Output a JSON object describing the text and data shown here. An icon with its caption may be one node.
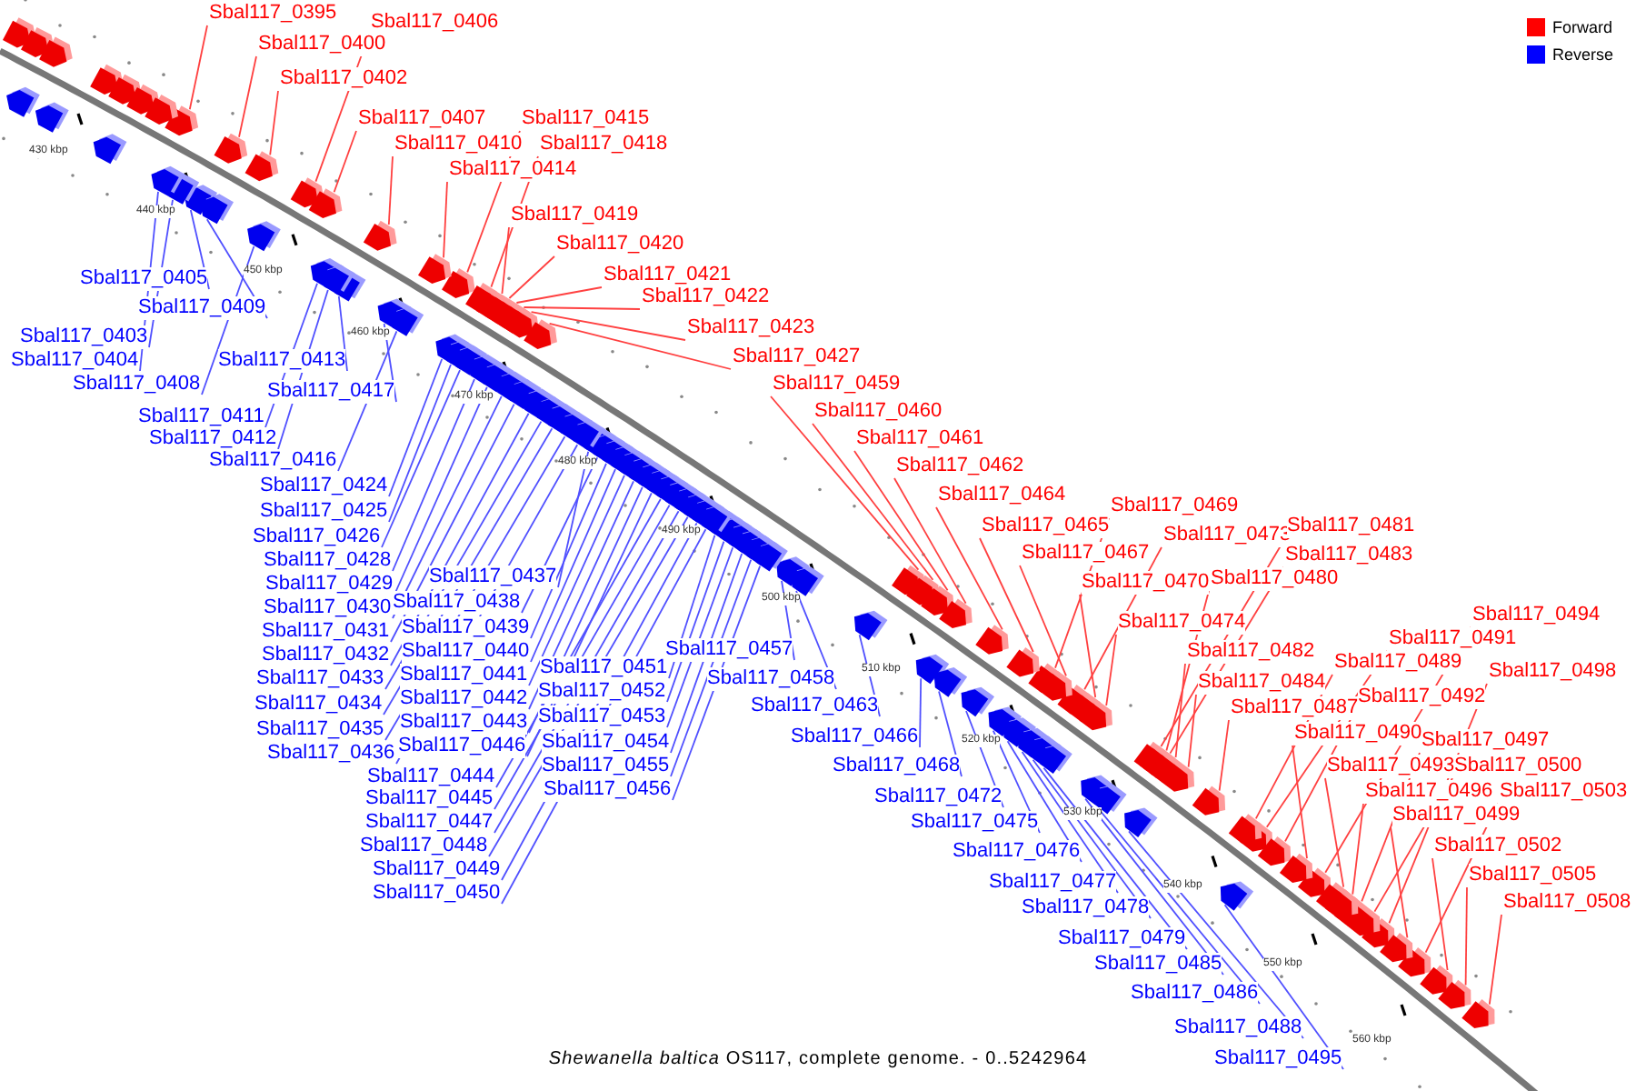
{
  "diagram": {
    "caption": "*Shewanella baltica* OS117, complete genome. - 0..5242964",
    "nodes": [
      {
        "text": [
          "Sbal117_0395"
        ]
      },
      {
        "text": [
          "Sbal117_0406"
        ]
      },
      {
        "text": [
          "Sbal117_0400"
        ]
      },
      {
        "text": [
          "Sbal117_0402"
        ]
      },
      {
        "text": [
          "Sbal117_0407"
        ]
      },
      {
        "text": [
          "Sbal117_0415"
        ]
      },
      {
        "text": [
          "Sbal117_0410"
        ]
      },
      {
        "text": [
          "Sbal117_0418"
        ]
      },
      {
        "text": [
          "Sbal117_0414"
        ]
      },
      {
        "text": [
          "Sbal117_0419"
        ]
      },
      {
        "text": [
          "Sbal117_0420"
        ]
      },
      {
        "text": [
          "Sbal117_0421"
        ]
      },
      {
        "text": [
          "Sbal117_0422"
        ]
      },
      {
        "text": [
          "Sbal117_0423"
        ]
      },
      {
        "text": [
          "Sbal117_0427"
        ]
      },
      {
        "text": [
          "Sbal117_0459"
        ]
      },
      {
        "text": [
          "Sbal117_0460"
        ]
      },
      {
        "text": [
          "Sbal117_0461"
        ]
      },
      {
        "text": [
          "Sbal117_0462"
        ]
      },
      {
        "text": [
          "Sbal117_0464"
        ]
      },
      {
        "text": [
          "Sbal117_0469"
        ]
      },
      {
        "text": [
          "Sbal117_0465"
        ]
      },
      {
        "text": [
          "Sbal117_0473"
        ]
      },
      {
        "text": [
          "Sbal117_0481"
        ]
      },
      {
        "text": [
          "Sbal117_0467"
        ]
      },
      {
        "text": [
          "Sbal117_0483"
        ]
      },
      {
        "text": [
          "Sbal117_0470"
        ]
      },
      {
        "text": [
          "Sbal117_0480"
        ]
      },
      {
        "text": [
          "Sbal117_0474"
        ]
      },
      {
        "text": [
          "Sbal117_0494"
        ]
      },
      {
        "text": [
          "Sbal117_0491"
        ]
      },
      {
        "text": [
          "Sbal117_0482"
        ]
      },
      {
        "text": [
          "Sbal117_0489"
        ]
      },
      {
        "text": [
          "Sbal117_0498"
        ]
      },
      {
        "text": [
          "Sbal117_0484"
        ]
      },
      {
        "text": [
          "Sbal117_0492"
        ]
      },
      {
        "text": [
          "Sbal117_0487"
        ]
      },
      {
        "text": [
          "Sbal117_0490"
        ]
      },
      {
        "text": [
          "Sbal117_0497"
        ]
      },
      {
        "text": [
          "Sbal117_0493"
        ]
      },
      {
        "text": [
          "Sbal117_0500"
        ]
      },
      {
        "text": [
          "Sbal117_0496"
        ]
      },
      {
        "text": [
          "Sbal117_0503"
        ]
      },
      {
        "text": [
          "Sbal117_0499"
        ]
      },
      {
        "text": [
          "Sbal117_0502"
        ]
      },
      {
        "text": [
          "Sbal117_0505"
        ]
      },
      {
        "text": [
          "Sbal117_0508"
        ]
      },
      {
        "text": [
          "Sbal117_0405"
        ]
      },
      {
        "text": [
          "Sbal117_0409"
        ]
      },
      {
        "text": [
          "Sbal117_0403"
        ]
      },
      {
        "text": [
          "Sbal117_0404"
        ]
      },
      {
        "text": [
          "Sbal117_0413"
        ]
      },
      {
        "text": [
          "Sbal117_0408"
        ]
      },
      {
        "text": [
          "Sbal117_0417"
        ]
      },
      {
        "text": [
          "Sbal117_0411"
        ]
      },
      {
        "text": [
          "Sbal117_0412"
        ]
      },
      {
        "text": [
          "Sbal117_0416"
        ]
      },
      {
        "text": [
          "Sbal117_0424"
        ]
      },
      {
        "text": [
          "Sbal117_0425"
        ]
      },
      {
        "text": [
          "Sbal117_0426"
        ]
      },
      {
        "text": [
          "Sbal117_0428"
        ]
      },
      {
        "text": [
          "Sbal117_0437"
        ]
      },
      {
        "text": [
          "Sbal117_0429"
        ]
      },
      {
        "text": [
          "Sbal117_0438"
        ]
      },
      {
        "text": [
          "Sbal117_0430"
        ]
      },
      {
        "text": [
          "Sbal117_0439"
        ]
      },
      {
        "text": [
          "Sbal117_0431"
        ]
      },
      {
        "text": [
          "Sbal117_0440"
        ]
      },
      {
        "text": [
          "Sbal117_0451"
        ]
      },
      {
        "text": [
          "Sbal117_0457"
        ]
      },
      {
        "text": [
          "Sbal117_0432"
        ]
      },
      {
        "text": [
          "Sbal117_0458"
        ]
      },
      {
        "text": [
          "Sbal117_0441"
        ]
      },
      {
        "text": [
          "Sbal117_0433"
        ]
      },
      {
        "text": [
          "Sbal117_0452"
        ]
      },
      {
        "text": [
          "Sbal117_0463"
        ]
      },
      {
        "text": [
          "Sbal117_0442"
        ]
      },
      {
        "text": [
          "Sbal117_0434"
        ]
      },
      {
        "text": [
          "Sbal117_0453"
        ]
      },
      {
        "text": [
          "Sbal117_0443"
        ]
      },
      {
        "text": [
          "Sbal117_0435"
        ]
      },
      {
        "text": [
          "Sbal117_0466"
        ]
      },
      {
        "text": [
          "Sbal117_0454"
        ]
      },
      {
        "text": [
          "Sbal117_0446"
        ]
      },
      {
        "text": [
          "Sbal117_0436"
        ]
      },
      {
        "text": [
          "Sbal117_0468"
        ]
      },
      {
        "text": [
          "Sbal117_0455"
        ]
      },
      {
        "text": [
          "Sbal117_0444"
        ]
      },
      {
        "text": [
          "Sbal117_0456"
        ]
      },
      {
        "text": [
          "Sbal117_0472"
        ]
      },
      {
        "text": [
          "Sbal117_0445"
        ]
      },
      {
        "text": [
          "Sbal117_0475"
        ]
      },
      {
        "text": [
          "Sbal117_0447"
        ]
      },
      {
        "text": [
          "Sbal117_0448"
        ]
      },
      {
        "text": [
          "Sbal117_0476"
        ]
      },
      {
        "text": [
          "Sbal117_0449"
        ]
      },
      {
        "text": [
          "Sbal117_0477"
        ]
      },
      {
        "text": [
          "Sbal117_0450"
        ]
      },
      {
        "text": [
          "Sbal117_0478"
        ]
      },
      {
        "text": [
          "Sbal117_0479"
        ]
      },
      {
        "text": [
          "Sbal117_0485"
        ]
      },
      {
        "text": [
          "Sbal117_0486"
        ]
      },
      {
        "text": [
          "Sbal117_0488"
        ]
      },
      {
        "text": [
          "Sbal117_0495"
        ]
      },
      {
        "text": [],
        "shape": "arrow"
      },
      {
        "text": [],
        "shape": "arrow"
      },
      {
        "text": [],
        "shape": "arrow"
      },
      {
        "text": [],
        "shape": "arrow"
      },
      {
        "text": [],
        "shape": "arrow"
      },
      {
        "text": [],
        "shape": "arrow"
      },
      {
        "text": [],
        "shape": "arrow"
      },
      {
        "text": [],
        "shape": "arrow"
      },
      {
        "text": [],
        "shape": "arrow"
      },
      {
        "text": [],
        "shape": "arrow"
      },
      {
        "text": [],
        "shape": "arrow"
      },
      {
        "text": [],
        "shape": "arrow"
      },
      {
        "text": [],
        "shape": "arrow"
      },
      {
        "text": [],
        "shape": "arrow"
      },
      {
        "text": [],
        "shape": "arrow"
      },
      {
        "text": [],
        "shape": "arrow"
      },
      {
        "text": [],
        "shape": "arrow"
      },
      {
        "text": [],
        "shape": "arrow"
      },
      {
        "text": [],
        "shape": "arrow"
      },
      {
        "text": [],
        "shape": "arrow"
      },
      {
        "text": [],
        "shape": "arrow"
      },
      {
        "text": [],
        "shape": "arrow"
      },
      {
        "text": [],
        "shape": "arrow"
      },
      {
        "text": [],
        "shape": "arrow"
      },
      {
        "text": [],
        "shape": "arrow"
      },
      {
        "text": [],
        "shape": "arrow"
      },
      {
        "text": [],
        "shape": "arrow"
      },
      {
        "text": [],
        "shape": "arrow"
      },
      {
        "text": [],
        "shape": "arrow"
      },
      {
        "text": [],
        "shape": "arrow"
      },
      {
        "text": [],
        "shape": "arrow"
      },
      {
        "text": [],
        "shape": "arrow"
      },
      {
        "text": [],
        "shape": "arrow"
      },
      {
        "text": [],
        "shape": "arrow"
      },
      {
        "text": [],
        "shape": "arrow"
      },
      {
        "text": [],
        "shape": "arrow"
      },
      {
        "text": [],
        "shape": "arrow"
      },
      {
        "text": [],
        "shape": "arrow"
      },
      {
        "text": [],
        "shape": "arrow"
      },
      {
        "text": [],
        "shape": "arrow"
      },
      {
        "text": [],
        "shape": "arrow"
      },
      {
        "text": [],
        "shape": "arrow"
      },
      {
        "text": [],
        "shape": "arrow"
      },
      {
        "text": [],
        "shape": "arrow"
      },
      {
        "text": [],
        "shape": "arrow"
      },
      {
        "text": [],
        "shape": "arrow"
      },
      {
        "text": [],
        "shape": "arrow"
      },
      {
        "text": [],
        "shape": "arrow"
      },
      {
        "text": [],
        "shape": "arrow"
      },
      {
        "text": [],
        "shape": "arrow"
      },
      {
        "text": [],
        "shape": "arrow"
      },
      {
        "text": [],
        "shape": "arrow"
      },
      {
        "text": [],
        "shape": "arrow"
      },
      {
        "text": [],
        "shape": "arrow"
      },
      {
        "text": [],
        "shape": "arrow"
      },
      {
        "text": [],
        "shape": "arrow"
      },
      {
        "text": [],
        "shape": "arrow"
      },
      {
        "text": [],
        "shape": "arrow"
      },
      {
        "text": [],
        "shape": "arrow"
      },
      {
        "text": [],
        "shape": "arrow"
      },
      {
        "text": [],
        "shape": "arrow"
      },
      {
        "text": [],
        "shape": "arrow"
      },
      {
        "text": [],
        "shape": "arrow"
      },
      {
        "text": [],
        "shape": "arrow"
      },
      {
        "text": [],
        "shape": "arrow"
      },
      {
        "text": [],
        "shape": "arrow"
      },
      {
        "text": [],
        "shape": "arrow"
      },
      {
        "text": [],
        "shape": "arrow"
      },
      {
        "text": [],
        "shape": "arrow"
      },
      {
        "text": [],
        "shape": "arrow"
      },
      {
        "text": [],
        "shape": "arrow"
      },
      {
        "text": [],
        "shape": "arrow"
      },
      {
        "text": [],
        "shape": "arrow"
      },
      {
        "text": [],
        "shape": "arrow"
      },
      {
        "text": [],
        "shape": "arrow"
      },
      {
        "text": [],
        "shape": "arrow"
      },
      {
        "text": [],
        "shape": "arrow"
      },
      {
        "text": [],
        "shape": "arrow"
      },
      {
        "text": [],
        "shape": "arrow"
      },
      {
        "text": [],
        "shape": "arrow"
      },
      {
        "text": [],
        "shape": "arrow"
      },
      {
        "text": [],
        "shape": "arrow"
      },
      {
        "text": [],
        "shape": "arrow"
      },
      {
        "text": [],
        "shape": "arrow"
      },
      {
        "text": [],
        "shape": "arrow"
      },
      {
        "text": [],
        "shape": "arrow"
      },
      {
        "text": [],
        "shape": "arrow"
      },
      {
        "text": [],
        "shape": "arrow"
      },
      {
        "text": [],
        "shape": "arrow"
      },
      {
        "text": [],
        "shape": "arrow"
      },
      {
        "text": [],
        "shape": "arrow"
      },
      {
        "text": [],
        "shape": "arrow"
      },
      {
        "text": [],
        "shape": "arrow"
      },
      {
        "text": [],
        "shape": "arrow"
      },
      {
        "text": [],
        "shape": "arrow"
      },
      {
        "text": [],
        "shape": "arrow"
      },
      {
        "text": [],
        "shape": "arrow"
      },
      {
        "text": [],
        "shape": "arrow"
      },
      {
        "text": [],
        "shape": "arrow"
      },
      {
        "text": [],
        "shape": "arrow"
      },
      {
        "text": [],
        "shape": "arrow"
      },
      {
        "text": [],
        "shape": "arrow"
      },
      {
        "text": [],
        "shape": "arrow"
      },
      {
        "text": [],
        "shape": "arrow"
      },
      {
        "text": [],
        "shape": "arrow"
      },
      {
        "text": [],
        "shape": "arrow"
      },
      {
        "text": [],
        "shape": "arrow"
      },
      {
        "text": [],
        "shape": "arrow"
      },
      {
        "text": [],
        "shape": "arrow"
      },
      {
        "text": [],
        "shape": "arrow"
      },
      {
        "text": [],
        "shape": "arrow"
      },
      {
        "text": [],
        "shape": "arrow"
      },
      {
        "text": [],
        "shape": "arrow"
      },
      {
        "text": [],
        "shape": "arrow"
      }
    ],
    "edges": [
      {
        "from": 0,
        "to": 104,
        "arrow": "none",
        "color": "#ff4040"
      },
      {
        "from": 1,
        "to": 105,
        "arrow": "none",
        "color": "#ff4040"
      },
      {
        "from": 2,
        "to": 106,
        "arrow": "none",
        "color": "#ff4040"
      },
      {
        "from": 3,
        "to": 107,
        "arrow": "none",
        "color": "#ff4040"
      },
      {
        "from": 4,
        "to": 108,
        "arrow": "none",
        "color": "#ff4040"
      },
      {
        "from": 5,
        "to": 109,
        "arrow": "none",
        "color": "#ff4040"
      },
      {
        "from": 6,
        "to": 110,
        "arrow": "none",
        "color": "#ff4040"
      },
      {
        "from": 7,
        "to": 111,
        "arrow": "none",
        "color": "#ff4040"
      },
      {
        "from": 8,
        "to": 112,
        "arrow": "none",
        "color": "#ff4040"
      },
      {
        "from": 9,
        "to": 113,
        "arrow": "none",
        "color": "#ff4040"
      },
      {
        "from": 10,
        "to": 114,
        "arrow": "none",
        "color": "#ff4040"
      },
      {
        "from": 11,
        "to": 115,
        "arrow": "none",
        "color": "#ff4040"
      },
      {
        "from": 12,
        "to": 116,
        "arrow": "none",
        "color": "#ff4040"
      },
      {
        "from": 13,
        "to": 117,
        "arrow": "none",
        "color": "#ff4040"
      },
      {
        "from": 14,
        "to": 118,
        "arrow": "none",
        "color": "#ff4040"
      },
      {
        "from": 15,
        "to": 119,
        "arrow": "none",
        "color": "#ff4040"
      },
      {
        "from": 16,
        "to": 120,
        "arrow": "none",
        "color": "#ff4040"
      },
      {
        "from": 17,
        "to": 121,
        "arrow": "none",
        "color": "#ff4040"
      },
      {
        "from": 18,
        "to": 122,
        "arrow": "none",
        "color": "#ff4040"
      },
      {
        "from": 19,
        "to": 123,
        "arrow": "none",
        "color": "#ff4040"
      },
      {
        "from": 20,
        "to": 124,
        "arrow": "none",
        "color": "#ff4040"
      },
      {
        "from": 21,
        "to": 125,
        "arrow": "none",
        "color": "#ff4040"
      },
      {
        "from": 22,
        "to": 126,
        "arrow": "none",
        "color": "#ff4040"
      },
      {
        "from": 23,
        "to": 127,
        "arrow": "none",
        "color": "#ff4040"
      },
      {
        "from": 24,
        "to": 128,
        "arrow": "none",
        "color": "#ff4040"
      },
      {
        "from": 25,
        "to": 129,
        "arrow": "none",
        "color": "#ff4040"
      },
      {
        "from": 26,
        "to": 130,
        "arrow": "none",
        "color": "#ff4040"
      },
      {
        "from": 27,
        "to": 131,
        "arrow": "none",
        "color": "#ff4040"
      },
      {
        "from": 28,
        "to": 132,
        "arrow": "none",
        "color": "#ff4040"
      },
      {
        "from": 29,
        "to": 133,
        "arrow": "none",
        "color": "#ff4040"
      },
      {
        "from": 30,
        "to": 134,
        "arrow": "none",
        "color": "#ff4040"
      },
      {
        "from": 31,
        "to": 135,
        "arrow": "none",
        "color": "#ff4040"
      },
      {
        "from": 32,
        "to": 136,
        "arrow": "none",
        "color": "#ff4040"
      },
      {
        "from": 33,
        "to": 137,
        "arrow": "none",
        "color": "#ff4040"
      },
      {
        "from": 34,
        "to": 138,
        "arrow": "none",
        "color": "#ff4040"
      },
      {
        "from": 35,
        "to": 139,
        "arrow": "none",
        "color": "#ff4040"
      },
      {
        "from": 36,
        "to": 140,
        "arrow": "none",
        "color": "#ff4040"
      },
      {
        "from": 37,
        "to": 141,
        "arrow": "none",
        "color": "#ff4040"
      },
      {
        "from": 38,
        "to": 142,
        "arrow": "none",
        "color": "#ff4040"
      },
      {
        "from": 39,
        "to": 143,
        "arrow": "none",
        "color": "#ff4040"
      },
      {
        "from": 40,
        "to": 144,
        "arrow": "none",
        "color": "#ff4040"
      },
      {
        "from": 41,
        "to": 145,
        "arrow": "none",
        "color": "#ff4040"
      },
      {
        "from": 42,
        "to": 146,
        "arrow": "none",
        "color": "#ff4040"
      },
      {
        "from": 43,
        "to": 147,
        "arrow": "none",
        "color": "#ff4040"
      },
      {
        "from": 44,
        "to": 148,
        "arrow": "none",
        "color": "#ff4040"
      },
      {
        "from": 45,
        "to": 149,
        "arrow": "none",
        "color": "#ff4040"
      },
      {
        "from": 46,
        "to": 150,
        "arrow": "none",
        "color": "#ff4040"
      },
      {
        "from": 47,
        "to": 151,
        "arrow": "none"
      },
      {
        "from": 48,
        "to": 152,
        "arrow": "none"
      },
      {
        "from": 49,
        "to": 153,
        "arrow": "none"
      },
      {
        "from": 50,
        "to": 154,
        "arrow": "none"
      },
      {
        "from": 51,
        "to": 155,
        "arrow": "none"
      },
      {
        "from": 52,
        "to": 156,
        "arrow": "none"
      },
      {
        "from": 53,
        "to": 157,
        "arrow": "none"
      },
      {
        "from": 54,
        "to": 158,
        "arrow": "none"
      },
      {
        "from": 55,
        "to": 159,
        "arrow": "none"
      },
      {
        "from": 56,
        "to": 160,
        "arrow": "none"
      },
      {
        "from": 57,
        "to": 161,
        "arrow": "none"
      },
      {
        "from": 58,
        "to": 162,
        "arrow": "none"
      },
      {
        "from": 59,
        "to": 163,
        "arrow": "none"
      },
      {
        "from": 60,
        "to": 164,
        "arrow": "none"
      },
      {
        "from": 61,
        "to": 165,
        "arrow": "none"
      },
      {
        "from": 62,
        "to": 166,
        "arrow": "none"
      },
      {
        "from": 63,
        "to": 167,
        "arrow": "none"
      },
      {
        "from": 64,
        "to": 168,
        "arrow": "none"
      },
      {
        "from": 65,
        "to": 169,
        "arrow": "none"
      },
      {
        "from": 66,
        "to": 170,
        "arrow": "none"
      },
      {
        "from": 67,
        "to": 171,
        "arrow": "none"
      },
      {
        "from": 68,
        "to": 172,
        "arrow": "none"
      },
      {
        "from": 69,
        "to": 173,
        "arrow": "none"
      },
      {
        "from": 70,
        "to": 174,
        "arrow": "none"
      },
      {
        "from": 71,
        "to": 175,
        "arrow": "none"
      },
      {
        "from": 72,
        "to": 176,
        "arrow": "none"
      },
      {
        "from": 73,
        "to": 177,
        "arrow": "none"
      },
      {
        "from": 74,
        "to": 178,
        "arrow": "none"
      },
      {
        "from": 75,
        "to": 179,
        "arrow": "none"
      },
      {
        "from": 76,
        "to": 180,
        "arrow": "none"
      },
      {
        "from": 77,
        "to": 181,
        "arrow": "none"
      },
      {
        "from": 78,
        "to": 182,
        "arrow": "none"
      },
      {
        "from": 79,
        "to": 183,
        "arrow": "none"
      },
      {
        "from": 80,
        "to": 184,
        "arrow": "none"
      },
      {
        "from": 81,
        "to": 185,
        "arrow": "none"
      },
      {
        "from": 82,
        "to": 186,
        "arrow": "none"
      },
      {
        "from": 83,
        "to": 187,
        "arrow": "none"
      },
      {
        "from": 84,
        "to": 188,
        "arrow": "none"
      },
      {
        "from": 85,
        "to": 189,
        "arrow": "none"
      },
      {
        "from": 86,
        "to": 190,
        "arrow": "none"
      },
      {
        "from": 87,
        "to": 191,
        "arrow": "none"
      },
      {
        "from": 88,
        "to": 192,
        "arrow": "none"
      },
      {
        "from": 89,
        "to": 193,
        "arrow": "none"
      },
      {
        "from": 90,
        "to": 194,
        "arrow": "none"
      },
      {
        "from": 91,
        "to": 195,
        "arrow": "none"
      },
      {
        "from": 92,
        "to": 196,
        "arrow": "none"
      },
      {
        "from": 93,
        "to": 197,
        "arrow": "none"
      },
      {
        "from": 94,
        "to": 198,
        "arrow": "none"
      },
      {
        "from": 95,
        "to": 199,
        "arrow": "none"
      },
      {
        "from": 96,
        "to": 200,
        "arrow": "none"
      },
      {
        "from": 97,
        "to": 201,
        "arrow": "none"
      },
      {
        "from": 98,
        "to": 202,
        "arrow": "none"
      },
      {
        "from": 99,
        "to": 203,
        "arrow": "none"
      },
      {
        "from": 100,
        "to": 204,
        "arrow": "none"
      },
      {
        "from": 101,
        "to": 205,
        "arrow": "none"
      },
      {
        "from": 102,
        "to": 206,
        "arrow": "none"
      },
      {
        "from": 103,
        "to": 207,
        "arrow": "none"
      }
    ],
    "labels": [
      "430 kbp",
      "440 kbp",
      "450 kbp",
      "460 kbp",
      "470 kbp",
      "480 kbp",
      "490 kbp",
      "500 kbp",
      "510 kbp",
      "520 kbp",
      "530 kbp",
      "540 kbp",
      "550 kbp",
      "560 kbp"
    ],
    "legend": [
      {
        "text": "Forward",
        "color": "#ff0000"
      },
      {
        "text": "Reverse",
        "color": "#0000ff"
      }
    ]
  }
}
